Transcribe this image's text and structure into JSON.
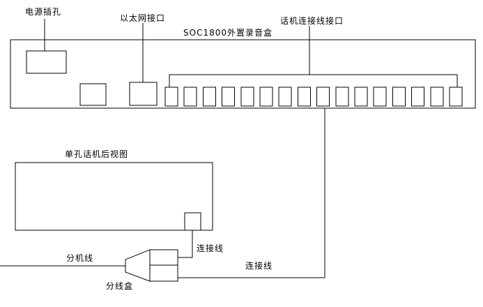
{
  "diagram": {
    "title": "SOC1800外置录音盒",
    "labels": {
      "power_jack": "电源插孔",
      "ethernet": "以太网接口",
      "phone_ports": "话机连接线接口",
      "phone_rear_view": "单孔话机后视图",
      "extension_line": "分机线",
      "splitter_box": "分线盒",
      "cable_phone": "连接线",
      "cable_recorder": "连接线"
    },
    "phone_port_count": 16,
    "colors": {
      "line": "#000000",
      "background": "#ffffff",
      "text": "#000000"
    }
  }
}
